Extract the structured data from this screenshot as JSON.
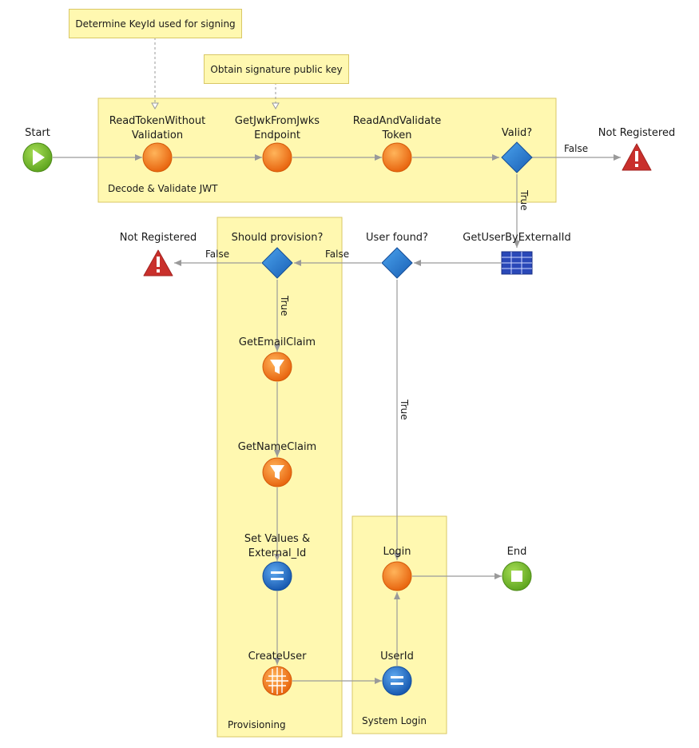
{
  "notes": {
    "key_id": "Determine KeyId used for signing",
    "public_key": "Obtain signature public key"
  },
  "groups": {
    "decode": "Decode & Validate JWT",
    "provisioning": "Provisioning",
    "system_login": "System Login"
  },
  "nodes": {
    "start": "Start",
    "read_token_1": "ReadTokenWithout",
    "read_token_2": "Validation",
    "get_jwk_1": "GetJwkFromJwks",
    "get_jwk_2": "Endpoint",
    "read_validate_1": "ReadAndValidate",
    "read_validate_2": "Token",
    "valid": "Valid?",
    "not_registered_top": "Not Registered",
    "get_user": "GetUserByExternalId",
    "user_found": "User found?",
    "should_provision": "Should provision?",
    "not_registered_left": "Not Registered",
    "get_email": "GetEmailClaim",
    "get_name": "GetNameClaim",
    "set_values_1": "Set Values &",
    "set_values_2": "External_Id",
    "create_user": "CreateUser",
    "login": "Login",
    "user_id": "UserId",
    "end": "End"
  },
  "edges": {
    "valid_false": "False",
    "valid_true": "True",
    "user_found_false": "False",
    "user_found_true": "True",
    "should_provision_false": "False",
    "should_provision_true": "True"
  },
  "colors": {
    "group_fill": "#fff8b0",
    "group_border": "#d9c766",
    "orange": "#f07d1a",
    "green": "#6fb52c",
    "blue": "#1f6fc6",
    "red": "#c9302c",
    "edge": "#9a9a9a"
  }
}
